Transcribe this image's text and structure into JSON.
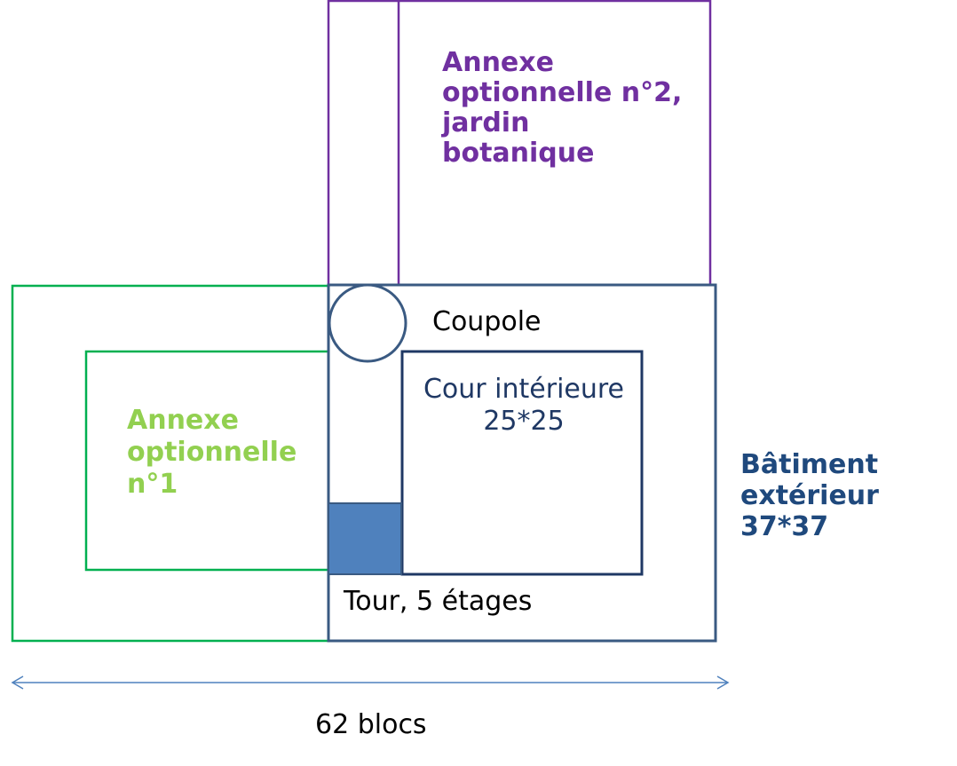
{
  "labels": {
    "annexe2": [
      "Annexe",
      "optionnelle n°2,",
      "jardin",
      "botanique"
    ],
    "annexe1": [
      "Annexe",
      "optionnelle",
      "n°1"
    ],
    "coupole": "Coupole",
    "cour": [
      "Cour intérieure",
      "25*25"
    ],
    "batiment": [
      "Bâtiment",
      "extérieur",
      "37*37"
    ],
    "tour": "Tour, 5 étages",
    "width_label": "62 blocs"
  },
  "colors": {
    "annexe2": "#7030a0",
    "annexe1_outline": "#00b050",
    "annexe1_text": "#92d050",
    "building": "#3a5a82",
    "courtyard": "#1f3864",
    "tower_fill": "#4f81bd",
    "arrow": "#4f81bd",
    "batiment_text": "#1f497d"
  }
}
